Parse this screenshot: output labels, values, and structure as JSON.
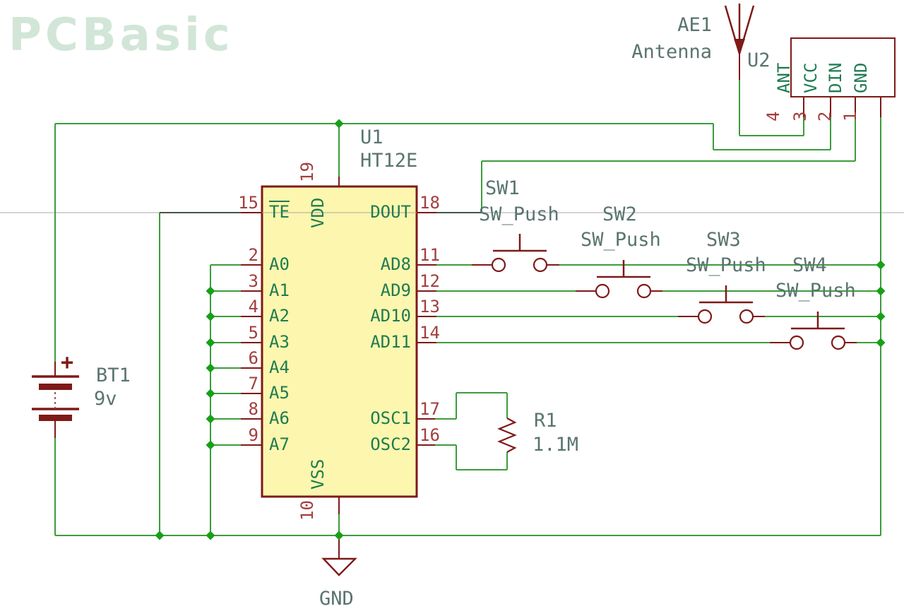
{
  "colors": {
    "wire": "#3c9c3c",
    "junction": "#18a018",
    "symbol": "#7e1a18",
    "pin_number": "#a33e3e",
    "pin_name": "#1f7b52",
    "field": "#5a7470",
    "dark_wire": "#45544a",
    "artifact": "#a8a8a8",
    "ic_fill": "#fcf6ae",
    "logo": "#d2e6d8"
  },
  "logo": {
    "text": "PCBasic"
  },
  "u1": {
    "ref": "U1",
    "value": "HT12E",
    "left_pins": [
      {
        "num": "15",
        "name": "TE"
      },
      {
        "num": "2",
        "name": "A0"
      },
      {
        "num": "3",
        "name": "A1"
      },
      {
        "num": "4",
        "name": "A2"
      },
      {
        "num": "5",
        "name": "A3"
      },
      {
        "num": "6",
        "name": "A4"
      },
      {
        "num": "7",
        "name": "A5"
      },
      {
        "num": "8",
        "name": "A6"
      },
      {
        "num": "9",
        "name": "A7"
      }
    ],
    "right_pins": [
      {
        "num": "18",
        "name": "DOUT"
      },
      {
        "num": "11",
        "name": "AD8"
      },
      {
        "num": "12",
        "name": "AD9"
      },
      {
        "num": "13",
        "name": "AD10"
      },
      {
        "num": "14",
        "name": "AD11"
      },
      {
        "num": "17",
        "name": "OSC1"
      },
      {
        "num": "16",
        "name": "OSC2"
      }
    ],
    "top_pin": {
      "num": "19",
      "name": "VDD"
    },
    "bottom_pin": {
      "num": "10",
      "name": "VSS"
    }
  },
  "u2": {
    "ref": "U2",
    "pins": [
      {
        "num": "4",
        "name": "ANT"
      },
      {
        "num": "3",
        "name": "VCC"
      },
      {
        "num": "2",
        "name": "DIN"
      },
      {
        "num": "1",
        "name": "GND"
      }
    ]
  },
  "antenna": {
    "ref": "AE1",
    "value": "Antenna"
  },
  "battery": {
    "ref": "BT1",
    "value": "9v",
    "polarity": "+"
  },
  "resistor": {
    "ref": "R1",
    "value": "1.1M"
  },
  "switches": [
    {
      "ref": "SW1",
      "value": "SW_Push"
    },
    {
      "ref": "SW2",
      "value": "SW_Push"
    },
    {
      "ref": "SW3",
      "value": "SW_Push"
    },
    {
      "ref": "SW4",
      "value": "SW_Push"
    }
  ],
  "ground": {
    "label": "GND"
  }
}
